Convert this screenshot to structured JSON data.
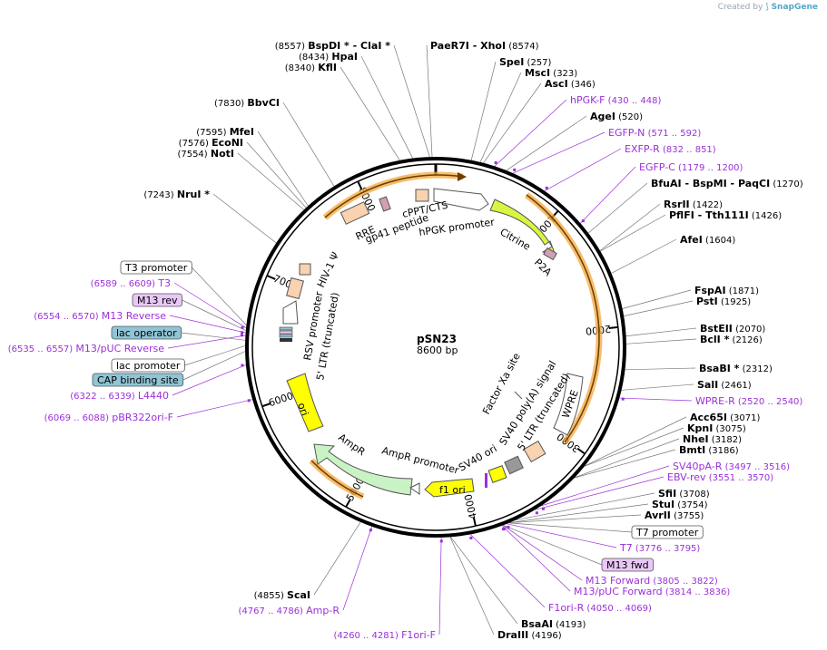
{
  "credit": {
    "prefix": "Created by",
    "brand": "SnapGene"
  },
  "plasmid": {
    "name": "pSN23",
    "length_label": "8600 bp",
    "length": 8600
  },
  "colors": {
    "ring": "#000000",
    "feature_label": "#9b30d9",
    "cds_band": "#f3a73b",
    "citrine": "#d8f542",
    "ampr": "#c9f3c4",
    "ori": "#ffff00",
    "ltr": "#f9d2b0",
    "sv40": "#ffff00",
    "lac_box": "#8fc5d6",
    "m13_box": "#e9c8f7"
  },
  "ticks": [
    "1000",
    "2000",
    "3000",
    "4000",
    "5000",
    "6000",
    "7000",
    "8000"
  ],
  "site_labels": [
    {
      "name": "PaeR7I",
      "name2": "XhoI",
      "pos": "(8574)"
    },
    {
      "name": "SpeI",
      "pos": "(257)"
    },
    {
      "name": "MscI",
      "pos": "(323)"
    },
    {
      "name": "AscI",
      "pos": "(346)"
    },
    {
      "name": "AgeI",
      "pos": "(520)"
    },
    {
      "name": "BfuAI",
      "name2": "BspMI",
      "name3": "PaqCI",
      "pos": "(1270)"
    },
    {
      "name": "RsrII",
      "pos": "(1422)"
    },
    {
      "name": "PflFI",
      "name2": "Tth111I",
      "pos": "(1426)"
    },
    {
      "name": "AfeI",
      "pos": "(1604)"
    },
    {
      "name": "FspAI",
      "pos": "(1871)"
    },
    {
      "name": "PstI",
      "pos": "(1925)"
    },
    {
      "name": "BstEII",
      "pos": "(2070)"
    },
    {
      "name": "BclI *",
      "pos": "(2126)"
    },
    {
      "name": "BsaBI *",
      "pos": "(2312)"
    },
    {
      "name": "SalI",
      "pos": "(2461)"
    },
    {
      "name": "Acc65I",
      "pos": "(3071)"
    },
    {
      "name": "KpnI",
      "pos": "(3075)"
    },
    {
      "name": "NheI",
      "pos": "(3182)"
    },
    {
      "name": "BmtI",
      "pos": "(3186)"
    },
    {
      "name": "SfiI",
      "pos": "(3708)"
    },
    {
      "name": "StuI",
      "pos": "(3754)"
    },
    {
      "name": "AvrII",
      "pos": "(3755)"
    },
    {
      "name": "BsaAI",
      "pos": "(4193)"
    },
    {
      "name": "DraIII",
      "pos": "(4196)"
    },
    {
      "name": "ScaI",
      "pos": "(4855)"
    },
    {
      "name": "NruI *",
      "pos": "(7243)"
    },
    {
      "name": "NotI",
      "pos": "(7554)"
    },
    {
      "name": "EcoNI",
      "pos": "(7576)"
    },
    {
      "name": "MfeI",
      "pos": "(7595)"
    },
    {
      "name": "BbvCI",
      "pos": "(7830)"
    },
    {
      "name": "KflI",
      "pos": "(8340)"
    },
    {
      "name": "HpaI",
      "pos": "(8434)"
    },
    {
      "name": "BspDI *",
      "name2": "ClaI *",
      "pos": "(8557)"
    }
  ],
  "feature_labels": [
    {
      "name": "hPGK-F",
      "pos": "(430 .. 448)"
    },
    {
      "name": "EGFP-N",
      "pos": "(571 .. 592)"
    },
    {
      "name": "EXFP-R",
      "pos": "(832 .. 851)"
    },
    {
      "name": "EGFP-C",
      "pos": "(1179 .. 1200)"
    },
    {
      "name": "WPRE-R",
      "pos": "(2520 .. 2540)"
    },
    {
      "name": "SV40pA-R",
      "pos": "(3497 .. 3516)"
    },
    {
      "name": "EBV-rev",
      "pos": "(3551 .. 3570)"
    },
    {
      "name": "T7",
      "pos": "(3776 .. 3795)"
    },
    {
      "name": "M13 Forward",
      "pos": "(3805 .. 3822)"
    },
    {
      "name": "M13/pUC Forward",
      "pos": "(3814 .. 3836)"
    },
    {
      "name": "F1ori-R",
      "pos": "(4050 .. 4069)"
    },
    {
      "name": "F1ori-F",
      "pos": "(4260 .. 4281)"
    },
    {
      "name": "Amp-R",
      "pos": "(4767 .. 4786)"
    },
    {
      "name": "pBR322ori-F",
      "pos": "(6069 .. 6088)"
    },
    {
      "name": "L4440",
      "pos": "(6322 .. 6339)"
    },
    {
      "name": "M13/pUC Reverse",
      "pos": "(6535 .. 6557)"
    },
    {
      "name": "M13 Reverse",
      "pos": "(6554 .. 6570)"
    },
    {
      "name": "T3",
      "pos": "(6589 .. 6609)"
    }
  ],
  "boxed_labels": {
    "t7_promoter": "T7 promoter",
    "m13_fwd": "M13 fwd",
    "t3_promoter": "T3 promoter",
    "m13_rev": "M13 rev",
    "lac_operator": "lac operator",
    "lac_promoter": "lac promoter",
    "cap_site": "CAP binding site"
  },
  "inner_labels": {
    "cppt": "cPPT/CTS",
    "hpgk": "hPGK promoter",
    "citrine": "Citrine",
    "p2a": "P2A",
    "rre": "RRE",
    "gp41": "gp41 peptide",
    "hiv": "HIV-1 Ψ",
    "rsv": "RSV promoter",
    "ltr5": "5' LTR (truncated)",
    "ori": "ori",
    "ampr": "AmpR",
    "ampr_promoter": "AmpR promoter",
    "f1ori": "f1 ori",
    "sv40ori": "SV40 ori",
    "sv40pa": "SV40 poly(A) signal",
    "ltr5b": "5' LTR (truncated)",
    "factor_xa": "Factor Xa site",
    "wpre": "WPRE"
  }
}
